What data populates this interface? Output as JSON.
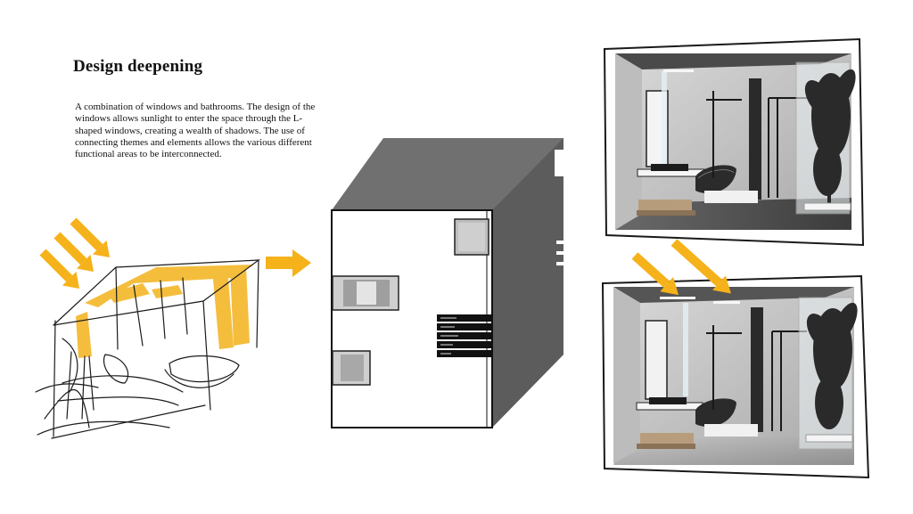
{
  "heading": "Design deepening",
  "description": "A combination of windows and bathrooms. The design of the windows allows sunlight to enter the space through the L-shaped windows, creating a wealth of shadows. The use of connecting themes and elements allows the various different functional areas to be interconnected.",
  "colors": {
    "sun_arrow": "#f5b21a",
    "shadow": "#6e6e6e",
    "frame": "#1a1a1a"
  },
  "icons": [
    "sun-ray-arrow",
    "direction-arrow"
  ]
}
